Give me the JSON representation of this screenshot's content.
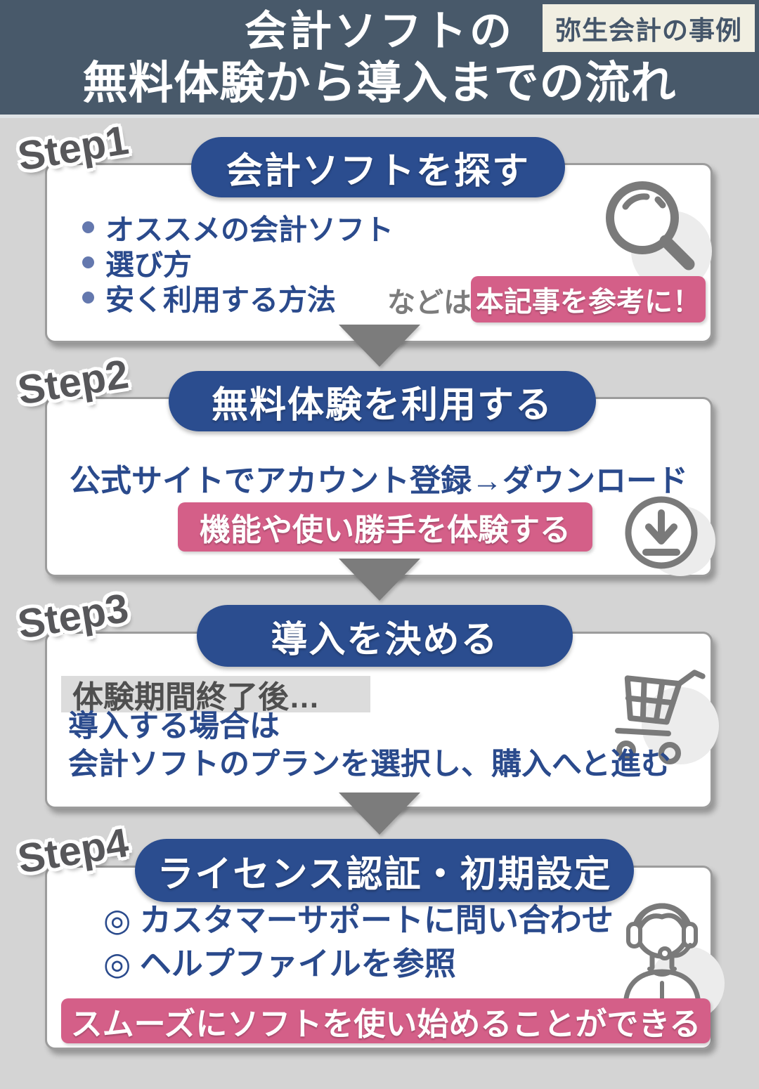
{
  "header": {
    "title_line1": "会計ソフトの",
    "title_line2": "無料体験から導入までの流れ",
    "badge": "弥生会計の事例"
  },
  "colors": {
    "header_bg": "#48596a",
    "page_bg": "#d4d4d4",
    "pill_blue": "#2b4d8f",
    "text_blue": "#2a4a8c",
    "accent_pink": "#d45f88",
    "icon_gray": "#7a7a7a",
    "badge_cream": "#f1efe2"
  },
  "steps": [
    {
      "label": "Step1",
      "title": "会計ソフトを探す",
      "icon": "magnifier-icon",
      "bullets": [
        "オススメの会計ソフト",
        "選び方",
        "安く利用する方法"
      ],
      "suffix": "などは",
      "highlight": "本記事を参考に！"
    },
    {
      "label": "Step2",
      "title": "無料体験を利用する",
      "icon": "download-icon",
      "line": "公式サイトでアカウント登録→ダウンロード",
      "highlight": "機能や使い勝手を体験する"
    },
    {
      "label": "Step3",
      "title": "導入を決める",
      "icon": "cart-icon",
      "tag": "体験期間終了後…",
      "lines": [
        "導入する場合は",
        "会計ソフトのプランを選択し、購入へと進む"
      ]
    },
    {
      "label": "Step4",
      "title": "ライセンス認証・初期設定",
      "icon": "headset-icon",
      "bullets": [
        "◎ カスタマーサポートに問い合わせ",
        "◎ ヘルプファイルを参照"
      ],
      "highlight": "スムーズにソフトを使い始めることができる"
    }
  ]
}
